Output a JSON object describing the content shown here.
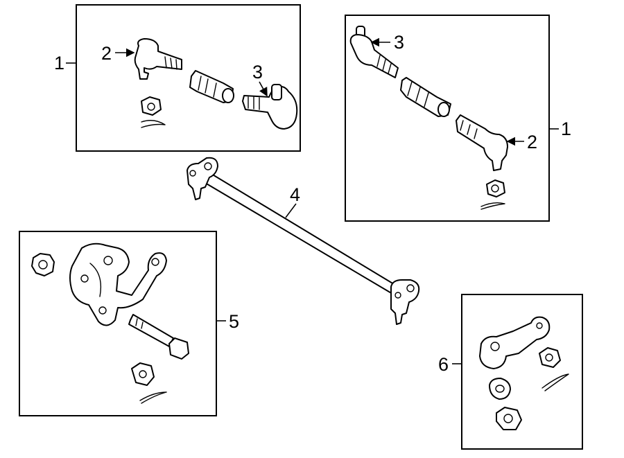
{
  "callouts": {
    "c1_left": "1",
    "c2_left": "2",
    "c3_left": "3",
    "c3_right": "3",
    "c2_right": "2",
    "c1_right": "1",
    "c4": "4",
    "c5": "5",
    "c6": "6"
  }
}
